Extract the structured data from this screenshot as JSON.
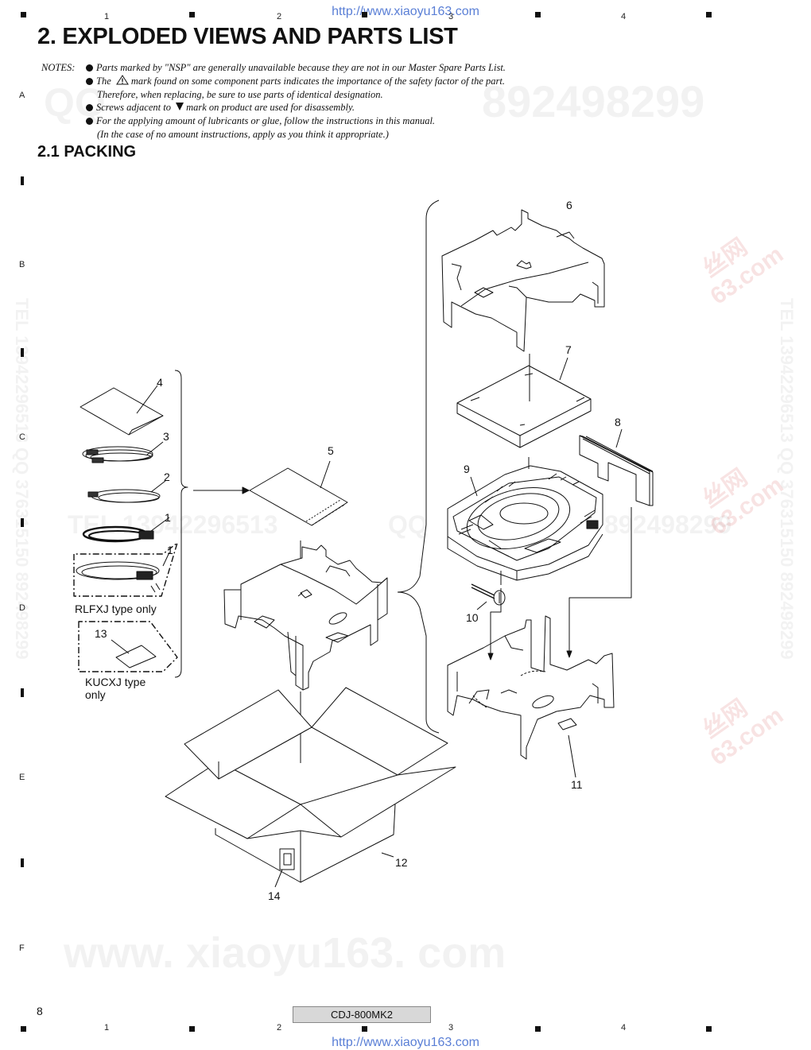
{
  "header": {
    "url": "http://www.xiaoyu163.com"
  },
  "footer": {
    "url": "http://www.xiaoyu163.com",
    "page_number": "8",
    "model": "CDJ-800MK2"
  },
  "grid": {
    "columns": [
      "1",
      "2",
      "3",
      "4"
    ],
    "rows": [
      "A",
      "B",
      "C",
      "D",
      "E",
      "F"
    ]
  },
  "title": "2. EXPLODED VIEWS AND PARTS LIST",
  "notes": {
    "label": "NOTES:",
    "items": [
      "Parts marked by \"NSP\" are generally unavailable because they are not in our Master Spare Parts List.",
      "The",
      "mark found on some component parts indicates the importance of the safety factor of the part.",
      "Therefore, when replacing, be sure to use parts of identical designation.",
      "Screws adjacent to",
      "mark on product are used for disassembly.",
      "For the applying amount of lubricants or glue, follow the instructions in this manual.",
      "(In the case of no amount instructions, apply as you think it appropriate.)"
    ]
  },
  "section": {
    "title": "2.1  PACKING"
  },
  "watermarks": {
    "qq": "QQ",
    "num": "892498299",
    "tel": "TEL 13942296513",
    "qq_mid": "QQ",
    "num_mid": "892498299",
    "vertical": "TEL 13942296513  QQ 376315150  892498299",
    "site": "www. xiaoyu163. com",
    "red1": "丝网",
    "red2": "63.com"
  },
  "parts": {
    "labels": [
      "1",
      "1",
      "2",
      "3",
      "4",
      "5",
      "6",
      "7",
      "8",
      "9",
      "10",
      "11",
      "12",
      "13",
      "14"
    ],
    "rlfxj": "RLFXJ type only",
    "kucxj_1": "KUCXJ type",
    "kucxj_2": "only"
  }
}
